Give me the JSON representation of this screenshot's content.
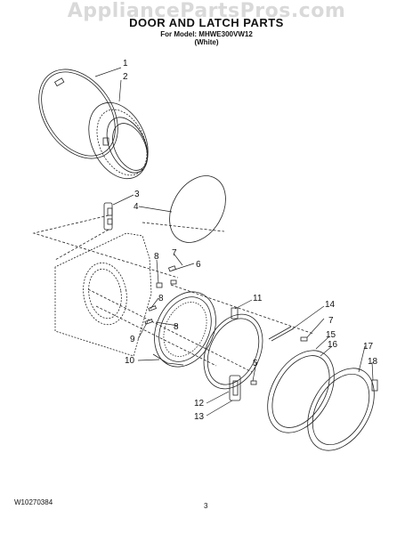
{
  "watermark": "AppliancePartsPros.com",
  "header": {
    "title": "DOOR AND LATCH PARTS",
    "model_line": "For Model: MHWE300VW12",
    "color_line": "(White)"
  },
  "footer": {
    "doc_number": "W10270384",
    "page_number": "3"
  },
  "callouts": {
    "c1": "1",
    "c2": "2",
    "c3": "3",
    "c4": "4",
    "c5": "5",
    "c6": "6",
    "c7a": "7",
    "c7b": "7",
    "c8a": "8",
    "c8b": "8",
    "c8c": "8",
    "c9": "9",
    "c10": "10",
    "c11": "11",
    "c12": "12",
    "c13": "13",
    "c14": "14",
    "c15": "15",
    "c16": "16",
    "c17": "17",
    "c18": "18"
  }
}
